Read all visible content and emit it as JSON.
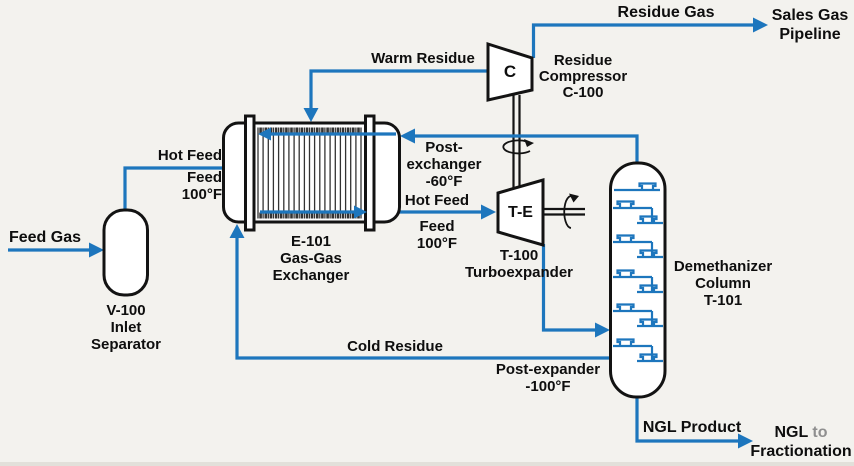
{
  "colors": {
    "line_blue": "#1d76bd",
    "equipment_outline": "#131313",
    "text": "#0e0e0e",
    "muted_gray": "#8f8f8f",
    "background": "#f3f2ee"
  },
  "labels": {
    "feed_gas": "Feed Gas",
    "hot_feed_left": "Hot Feed",
    "feed_left_1": "Feed",
    "feed_left_2": "100°F",
    "warm_residue": "Warm Residue",
    "residue_gas": "Residue Gas",
    "sales_gas_1": "Sales Gas",
    "sales_gas_2": "Pipeline",
    "post_exchanger_1": "Post-",
    "post_exchanger_2": "exchanger",
    "post_exchanger_3": "-60°F",
    "hot_feed_right": "Hot Feed",
    "feed_right_1": "Feed",
    "feed_right_2": "100°F",
    "cold_residue": "Cold Residue",
    "post_expander_1": "Post-expander",
    "post_expander_2": "-100°F",
    "ngl_product": "NGL Product",
    "ngl_dest_1a": "NGL",
    "ngl_dest_1b": "to",
    "ngl_dest_2": "Fractionation"
  },
  "equipment": {
    "separator": {
      "tag": "V-100",
      "name_1": "Inlet",
      "name_2": "Separator"
    },
    "exchanger": {
      "tag": "E-101",
      "name_1": "Gas-Gas",
      "name_2": "Exchanger"
    },
    "compressor": {
      "letter": "C",
      "name_1": "Residue",
      "name_2": "Compressor",
      "tag": "C-100"
    },
    "turboexpander": {
      "letter": "T-E",
      "tag": "T-100",
      "name": "Turboexpander"
    },
    "column": {
      "name_1": "Demethanizer",
      "name_2": "Column",
      "tag": "T-101"
    }
  }
}
